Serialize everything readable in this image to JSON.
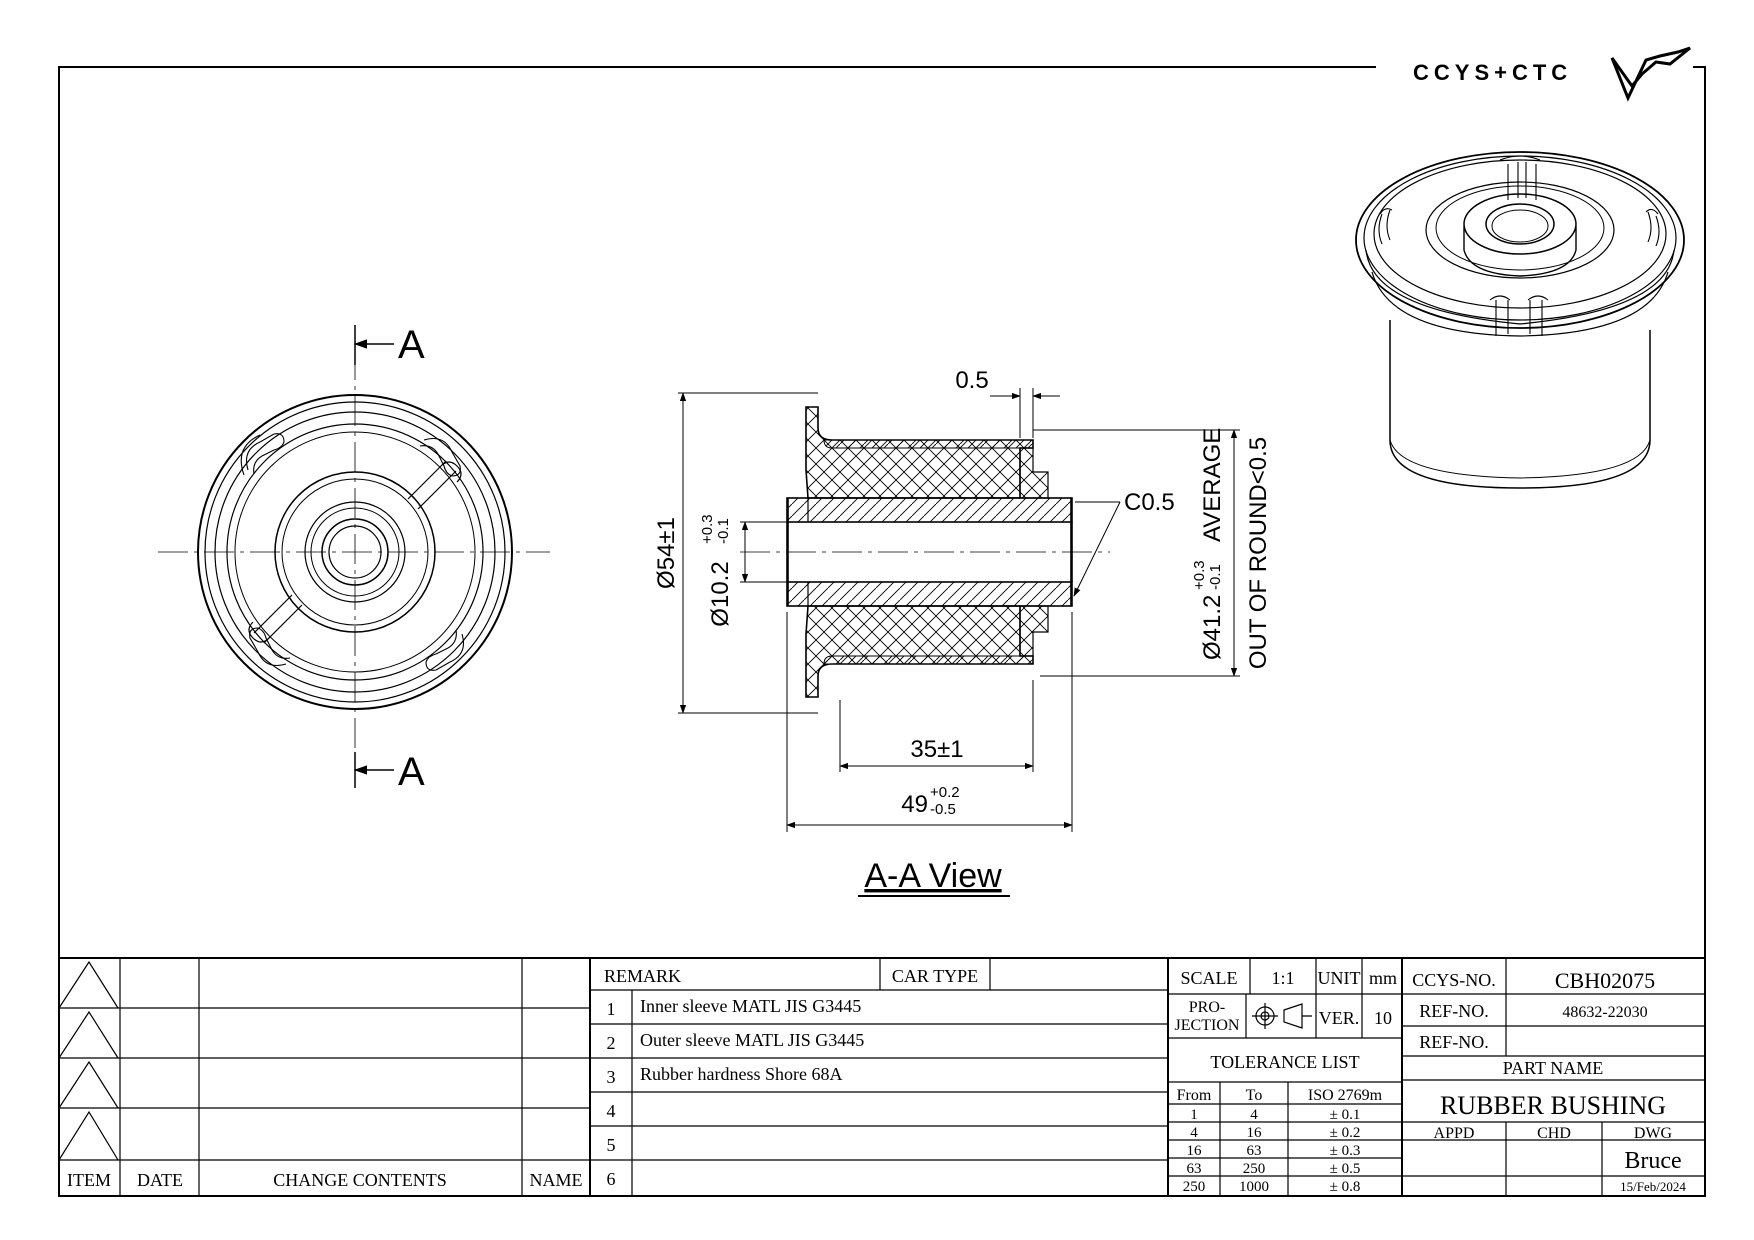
{
  "logo": {
    "text": "CCYS+CTC"
  },
  "views": {
    "section_mark_top": "A",
    "section_mark_bottom": "A",
    "section_title": "A-A View"
  },
  "dimensions": {
    "outer_dia": "Ø54±1",
    "inner_dia_base": "Ø10.2",
    "inner_dia_plus": "+0.3",
    "inner_dia_minus": "-0.1",
    "sleeve_dia_base": "Ø41.2",
    "sleeve_dia_plus": "+0.3",
    "sleeve_dia_minus": "-0.1",
    "sleeve_dia_note": "AVERAGE",
    "roundness": "OUT OF ROUND<0.5",
    "gap": "0.5",
    "chamfer": "C0.5",
    "length_inner": "35±1",
    "length_total_base": "49",
    "length_total_plus": "+0.2",
    "length_total_minus": "-0.5"
  },
  "revision_block": {
    "headers": {
      "item": "ITEM",
      "date": "DATE",
      "contents": "CHANGE CONTENTS",
      "name": "NAME"
    }
  },
  "remarks": {
    "header": "REMARK",
    "car_type_label": "CAR TYPE",
    "rows": [
      {
        "no": "1",
        "text": "Inner sleeve MATL JIS G3445"
      },
      {
        "no": "2",
        "text": "Outer sleeve MATL JIS G3445"
      },
      {
        "no": "3",
        "text": "Rubber hardness Shore 68A"
      },
      {
        "no": "4",
        "text": ""
      },
      {
        "no": "5",
        "text": ""
      },
      {
        "no": "6",
        "text": ""
      }
    ]
  },
  "title_block": {
    "scale_label": "SCALE",
    "scale_value": "1:1",
    "unit_label": "UNIT",
    "unit_value": "mm",
    "projection_label_1": "PRO-",
    "projection_label_2": "JECTION",
    "ver_label": "VER.",
    "ver_value": "10",
    "tolerance_title": "TOLERANCE LIST",
    "tol_headers": {
      "from": "From",
      "to": "To",
      "std": "ISO 2769m"
    },
    "tolerances": [
      {
        "from": "1",
        "to": "4",
        "tol": "± 0.1"
      },
      {
        "from": "4",
        "to": "16",
        "tol": "± 0.2"
      },
      {
        "from": "16",
        "to": "63",
        "tol": "± 0.3"
      },
      {
        "from": "63",
        "to": "250",
        "tol": "± 0.5"
      },
      {
        "from": "250",
        "to": "1000",
        "tol": "± 0.8"
      }
    ],
    "ccys_no_label": "CCYS-NO.",
    "ccys_no": "CBH02075",
    "ref_no_label": "REF-NO.",
    "ref_no": "48632-22030",
    "ref_no_label_2": "REF-NO.",
    "ref_no_2": "",
    "part_name_label": "PART NAME",
    "part_name": "RUBBER BUSHING",
    "appd_label": "APPD",
    "chd_label": "CHD",
    "dwg_label": "DWG",
    "drawer": "Bruce",
    "date": "15/Feb/2024"
  }
}
